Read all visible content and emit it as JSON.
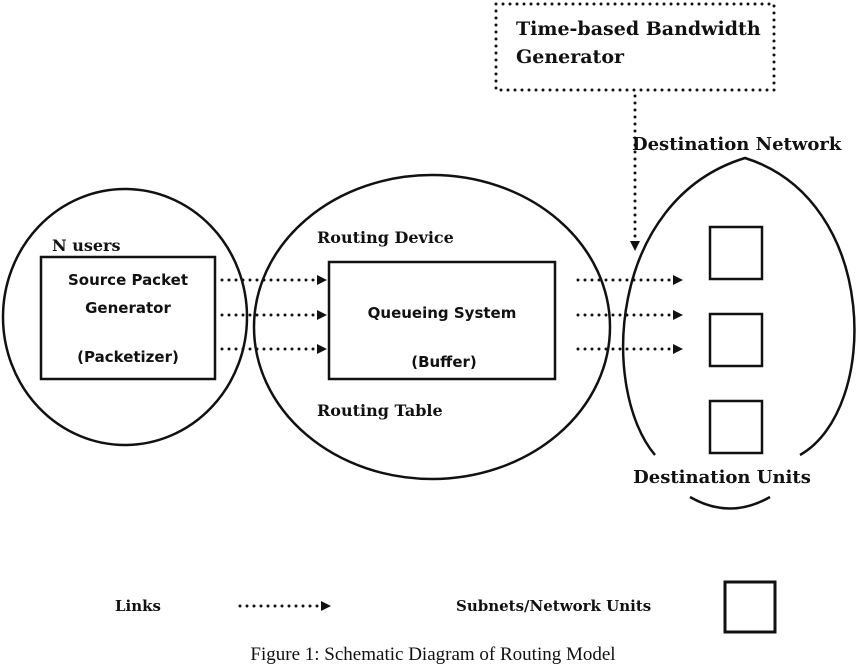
{
  "diagram": {
    "bandwidth_generator": {
      "line1": "Time-based Bandwidth",
      "line2": "Generator"
    },
    "users": {
      "label": "N users",
      "box_line1": "Source Packet",
      "box_line2": "Generator",
      "box_line3": "(Packetizer)"
    },
    "router": {
      "label_top": "Routing Device",
      "box_line1": "Queueing System",
      "box_line2": "(Buffer)",
      "label_bottom": "Routing Table"
    },
    "destination": {
      "label_top": "Destination Network",
      "label_bottom": "Destination Units",
      "unit_count": 3
    },
    "links_per_stage": 3
  },
  "legend": {
    "links_label": "Links",
    "units_label": "Subnets/Network Units"
  },
  "caption": "Figure 1: Schematic Diagram of Routing Model"
}
